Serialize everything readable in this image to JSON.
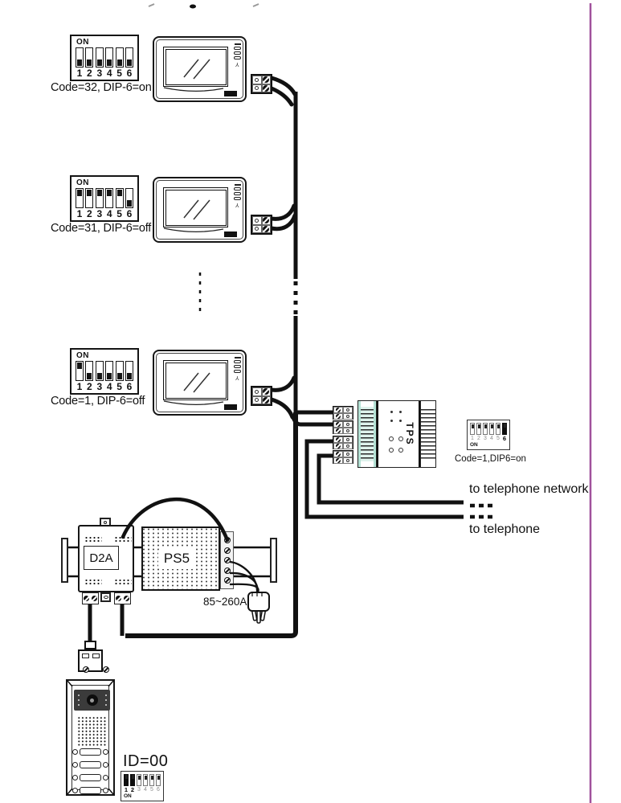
{
  "monitors": [
    {
      "code_label": "Code=32, DIP-6=on",
      "dip": {
        "on_label": "ON",
        "switches": [
          {
            "num": "1",
            "pos": "down"
          },
          {
            "num": "2",
            "pos": "down"
          },
          {
            "num": "3",
            "pos": "down"
          },
          {
            "num": "4",
            "pos": "down"
          },
          {
            "num": "5",
            "pos": "down"
          },
          {
            "num": "6",
            "pos": "down"
          }
        ]
      }
    },
    {
      "code_label": "Code=31, DIP-6=off",
      "dip": {
        "on_label": "ON",
        "switches": [
          {
            "num": "1",
            "pos": "up"
          },
          {
            "num": "2",
            "pos": "up"
          },
          {
            "num": "3",
            "pos": "up"
          },
          {
            "num": "4",
            "pos": "up"
          },
          {
            "num": "5",
            "pos": "up"
          },
          {
            "num": "6",
            "pos": "down"
          }
        ]
      }
    },
    {
      "code_label": "Code=1, DIP-6=off",
      "dip": {
        "on_label": "ON",
        "switches": [
          {
            "num": "1",
            "pos": "up"
          },
          {
            "num": "2",
            "pos": "down"
          },
          {
            "num": "3",
            "pos": "down"
          },
          {
            "num": "4",
            "pos": "down"
          },
          {
            "num": "5",
            "pos": "down"
          },
          {
            "num": "6",
            "pos": "down"
          }
        ]
      }
    }
  ],
  "tps_unit": {
    "label": "TPS",
    "code_label": "Code=1,DIP6=on",
    "dip": {
      "on_label": "ON",
      "switches": [
        {
          "num": "1",
          "pos": "up"
        },
        {
          "num": "2",
          "pos": "up"
        },
        {
          "num": "3",
          "pos": "up"
        },
        {
          "num": "4",
          "pos": "up"
        },
        {
          "num": "5",
          "pos": "up"
        },
        {
          "num": "6",
          "pos": "full",
          "emph": true
        }
      ]
    }
  },
  "telephone": {
    "network_label": "to telephone network",
    "phone_label": "to telephone"
  },
  "power": {
    "d2a_label": "D2A",
    "ps5_label": "PS5",
    "ac_label": "85~260AC"
  },
  "door_station": {
    "id_label": "ID=00",
    "dip": {
      "on_label": "ON",
      "switches": [
        {
          "num": "1",
          "pos": "full",
          "emph": true
        },
        {
          "num": "2",
          "pos": "full",
          "emph": true
        },
        {
          "num": "3",
          "pos": "up"
        },
        {
          "num": "4",
          "pos": "up"
        },
        {
          "num": "5",
          "pos": "up"
        },
        {
          "num": "6",
          "pos": "up"
        }
      ]
    }
  },
  "colors": {
    "wire": "#111111",
    "page_border": "#a0519c",
    "tps_tint": "#b5e3d6"
  }
}
